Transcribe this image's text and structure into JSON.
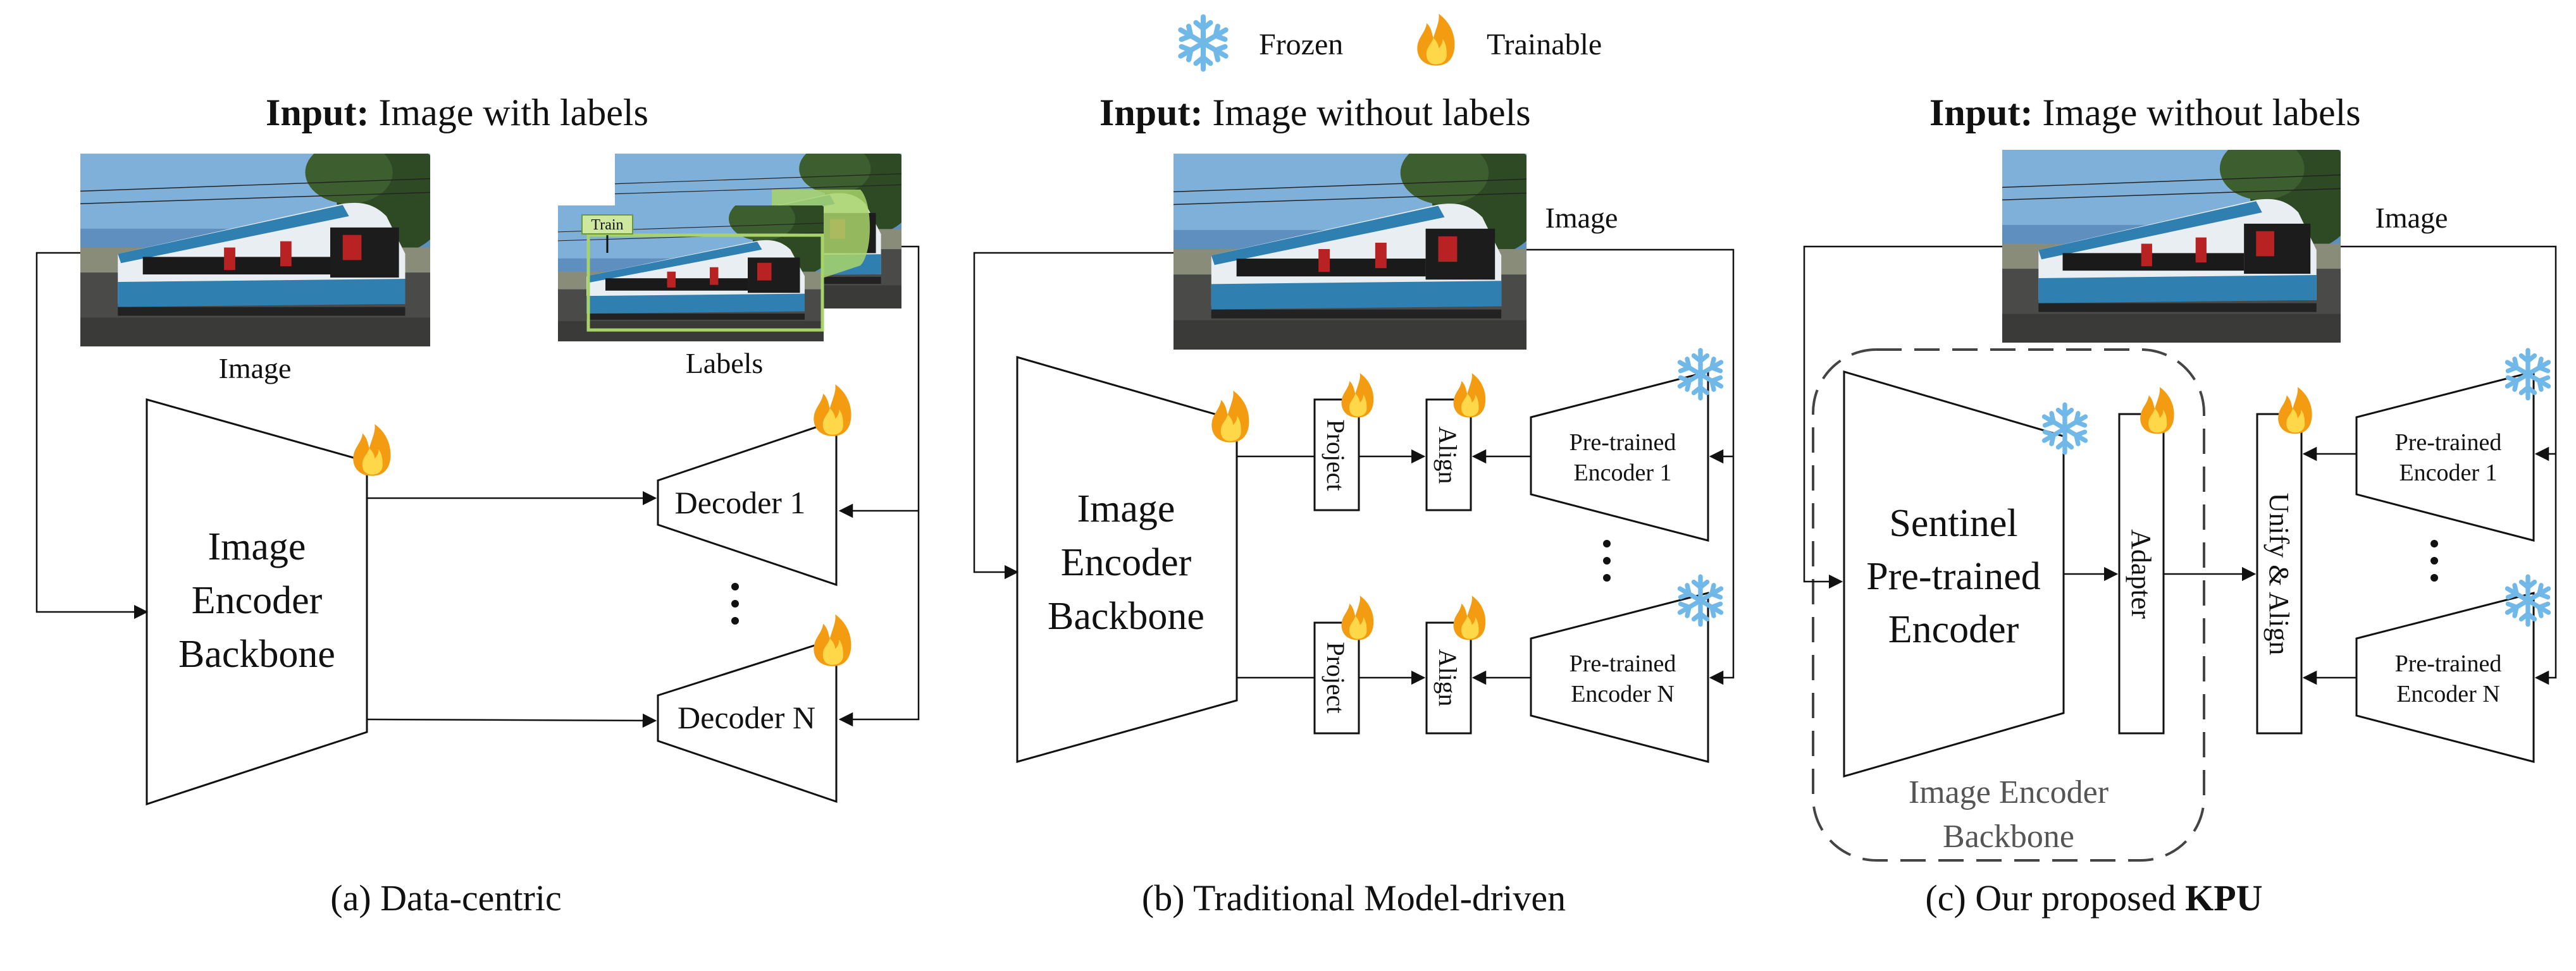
{
  "legend": {
    "frozen_label": "Frozen",
    "trainable_label": "Trainable",
    "frozen_icon": "snowflake-icon",
    "trainable_icon": "flame-icon"
  },
  "panel_a": {
    "input_prefix": "Input:",
    "input_text": "Image with labels",
    "image_label": "Image",
    "labels_label": "Labels",
    "train_tag": "Train",
    "encoder_line1": "Image",
    "encoder_line2": "Encoder",
    "encoder_line3": "Backbone",
    "decoder_1": "Decoder 1",
    "decoder_n": "Decoder N",
    "caption": "(a) Data-centric"
  },
  "panel_b": {
    "input_prefix": "Input:",
    "input_text": "Image without labels",
    "image_label": "Image",
    "encoder_line1": "Image",
    "encoder_line2": "Encoder",
    "encoder_line3": "Backbone",
    "project_label": "Project",
    "align_label": "Align",
    "pretrained_1_line1": "Pre-trained",
    "pretrained_1_line2": "Encoder 1",
    "pretrained_n_line1": "Pre-trained",
    "pretrained_n_line2": "Encoder N",
    "caption": "(b) Traditional Model-driven"
  },
  "panel_c": {
    "input_prefix": "Input:",
    "input_text": "Image without labels",
    "image_label": "Image",
    "sentinel_line1": "Sentinel",
    "sentinel_line2": "Pre-trained",
    "sentinel_line3": "Encoder",
    "adapter_label": "Adapter",
    "unify_label": "Unify & Align",
    "pretrained_1_line1": "Pre-trained",
    "pretrained_1_line2": "Encoder 1",
    "pretrained_n_line1": "Pre-trained",
    "pretrained_n_line2": "Encoder N",
    "backbone_line1": "Image Encoder",
    "backbone_line2": "Backbone",
    "caption_prefix": "(c)  Our proposed",
    "caption_bold": "KPU"
  },
  "colors": {
    "frozen": "#6fb8e8",
    "trainable_outer": "#f39c12",
    "trainable_inner": "#ffd84a",
    "label_box": "#a8d36a"
  }
}
